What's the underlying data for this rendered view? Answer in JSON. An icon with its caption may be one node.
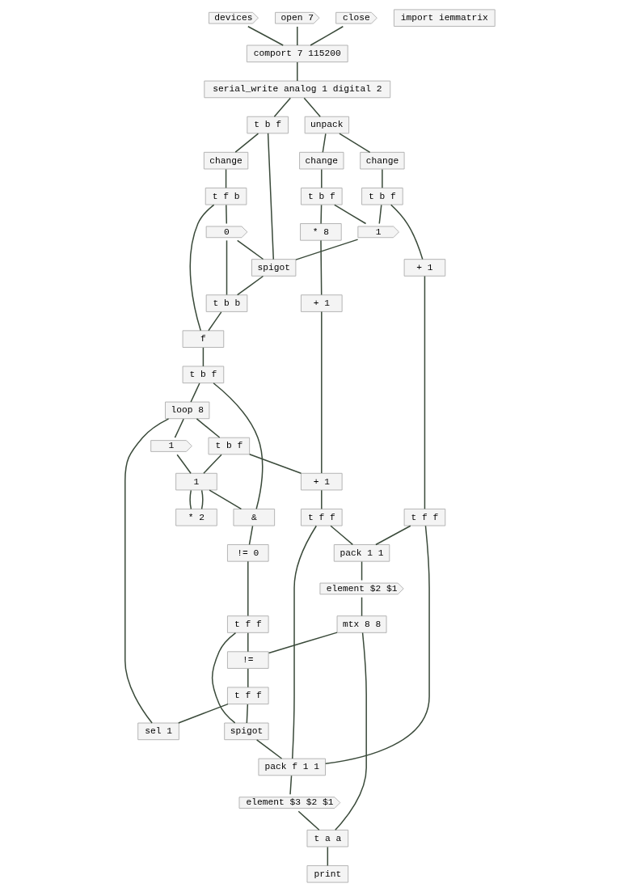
{
  "diagram": {
    "nodes": [
      {
        "text": [
          "devices"
        ]
      },
      {
        "text": [
          "open 7"
        ]
      },
      {
        "text": [
          "close"
        ]
      },
      {
        "text": [
          "import iemmatrix"
        ]
      },
      {
        "text": [
          "comport 7 115200"
        ]
      },
      {
        "text": [
          "serial_write analog 1 digital 2"
        ]
      },
      {
        "text": [
          "t b f"
        ]
      },
      {
        "text": [
          "unpack"
        ]
      },
      {
        "text": [
          "change"
        ]
      },
      {
        "text": [
          "change"
        ]
      },
      {
        "text": [
          "change"
        ]
      },
      {
        "text": [
          "t f b"
        ]
      },
      {
        "text": [
          "t b f"
        ]
      },
      {
        "text": [
          "t b f"
        ]
      },
      {
        "text": [
          "f"
        ]
      },
      {
        "text": [
          "1"
        ]
      },
      {
        "text": [
          "spigot"
        ]
      },
      {
        "text": [
          "t b f"
        ]
      },
      {
        "text": [
          "sel 1"
        ]
      },
      {
        "text": [
          "* 8"
        ]
      },
      {
        "text": [
          "+ 1"
        ]
      },
      {
        "text": [
          "t b b"
        ]
      },
      {
        "text": [
          "0"
        ]
      },
      {
        "text": [
          "loop 8"
        ]
      },
      {
        "text": [
          "+ 1"
        ]
      },
      {
        "text": [
          "t b f"
        ]
      },
      {
        "text": [
          "+ 1"
        ]
      },
      {
        "text": [
          "t f f"
        ]
      },
      {
        "text": [
          "t f f"
        ]
      },
      {
        "text": [
          "1"
        ]
      },
      {
        "text": [
          "1"
        ]
      },
      {
        "text": [
          "* 2"
        ]
      },
      {
        "text": [
          "&"
        ]
      },
      {
        "text": [
          "!= 0"
        ]
      },
      {
        "text": [
          "pack 1 1"
        ]
      },
      {
        "text": [
          "element $2 $1"
        ]
      },
      {
        "text": [
          "t f f"
        ]
      },
      {
        "text": [
          "mtx 8 8"
        ]
      },
      {
        "text": [
          "!="
        ]
      },
      {
        "text": [
          "t f f"
        ]
      },
      {
        "text": [
          "spigot"
        ]
      },
      {
        "text": [
          "pack f 1 1"
        ]
      },
      {
        "text": [
          "element $3 $2 $1"
        ]
      },
      {
        "text": [
          "t a a"
        ]
      },
      {
        "text": [
          "print"
        ]
      }
    ],
    "edges": [
      {
        "from": 0,
        "to": 4,
        "arrow": "none"
      },
      {
        "from": 1,
        "to": 4,
        "arrow": "none"
      },
      {
        "from": 2,
        "to": 4,
        "arrow": "none"
      },
      {
        "from": 4,
        "to": 5,
        "arrow": "none"
      },
      {
        "from": 5,
        "to": 6,
        "arrow": "none"
      },
      {
        "from": 5,
        "to": 7,
        "arrow": "none"
      },
      {
        "from": 6,
        "to": 16,
        "arrow": "none"
      },
      {
        "from": 6,
        "to": 8,
        "arrow": "none"
      },
      {
        "from": 7,
        "to": 9,
        "arrow": "none"
      },
      {
        "from": 7,
        "to": 10,
        "arrow": "none"
      },
      {
        "from": 8,
        "to": 11,
        "arrow": "none"
      },
      {
        "from": 9,
        "to": 12,
        "arrow": "none"
      },
      {
        "from": 10,
        "to": 13,
        "arrow": "none"
      },
      {
        "from": 11,
        "to": 14,
        "arrow": "none"
      },
      {
        "from": 11,
        "to": 22,
        "arrow": "none"
      },
      {
        "from": 12,
        "to": 15,
        "arrow": "none"
      },
      {
        "from": 13,
        "to": 15,
        "arrow": "none"
      },
      {
        "from": 12,
        "to": 19,
        "arrow": "none"
      },
      {
        "from": 13,
        "to": 20,
        "arrow": "none"
      },
      {
        "from": 14,
        "to": 17,
        "arrow": "none"
      },
      {
        "from": 15,
        "to": 16,
        "arrow": "none"
      },
      {
        "from": 16,
        "to": 21,
        "arrow": "none"
      },
      {
        "from": 22,
        "to": 16,
        "arrow": "none"
      },
      {
        "from": 21,
        "to": 14,
        "arrow": "none"
      },
      {
        "from": 21,
        "to": 22,
        "arrow": "none"
      },
      {
        "from": 17,
        "to": 23,
        "arrow": "none"
      },
      {
        "from": 17,
        "to": 32,
        "arrow": "none"
      },
      {
        "from": 18,
        "to": 23,
        "arrow": "none"
      },
      {
        "from": 19,
        "to": 24,
        "arrow": "none"
      },
      {
        "from": 20,
        "to": 27,
        "arrow": "none"
      },
      {
        "from": 23,
        "to": 29,
        "arrow": "none"
      },
      {
        "from": 23,
        "to": 25,
        "arrow": "none"
      },
      {
        "from": 24,
        "to": 26,
        "arrow": "none"
      },
      {
        "from": 25,
        "to": 30,
        "arrow": "none"
      },
      {
        "from": 25,
        "to": 26,
        "arrow": "none"
      },
      {
        "from": 26,
        "to": 28,
        "arrow": "none"
      },
      {
        "from": 27,
        "to": 41,
        "arrow": "none"
      },
      {
        "from": 27,
        "to": 34,
        "arrow": "none"
      },
      {
        "from": 28,
        "to": 41,
        "arrow": "none"
      },
      {
        "from": 28,
        "to": 34,
        "arrow": "none"
      },
      {
        "from": 29,
        "to": 30,
        "arrow": "none"
      },
      {
        "from": 30,
        "to": 31,
        "arrow": "none"
      },
      {
        "from": 31,
        "to": 30,
        "arrow": "none"
      },
      {
        "from": 30,
        "to": 32,
        "arrow": "none"
      },
      {
        "from": 32,
        "to": 33,
        "arrow": "none"
      },
      {
        "from": 33,
        "to": 36,
        "arrow": "none"
      },
      {
        "from": 34,
        "to": 35,
        "arrow": "none"
      },
      {
        "from": 35,
        "to": 37,
        "arrow": "none"
      },
      {
        "from": 36,
        "to": 40,
        "arrow": "none"
      },
      {
        "from": 36,
        "to": 38,
        "arrow": "none"
      },
      {
        "from": 37,
        "to": 38,
        "arrow": "none"
      },
      {
        "from": 38,
        "to": 39,
        "arrow": "none"
      },
      {
        "from": 39,
        "to": 40,
        "arrow": "none"
      },
      {
        "from": 39,
        "to": 18,
        "arrow": "none"
      },
      {
        "from": 40,
        "to": 41,
        "arrow": "none"
      },
      {
        "from": 41,
        "to": 42,
        "arrow": "none"
      },
      {
        "from": 42,
        "to": 43,
        "arrow": "none"
      },
      {
        "from": 43,
        "to": 44,
        "arrow": "none"
      },
      {
        "from": 43,
        "to": 37,
        "arrow": "none"
      }
    ]
  }
}
